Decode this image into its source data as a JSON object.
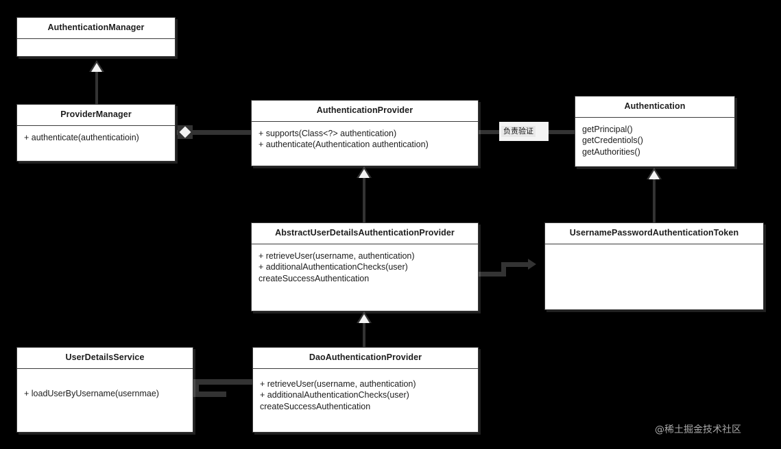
{
  "diagram": {
    "title": "Spring Security Authentication UML Class Diagram",
    "background_color": "#000000",
    "box_fill_color": "#ffffff",
    "box_border_color": "#3a3a3a",
    "connector_color": "#333333",
    "arrowhead_fill": "#f2f2f2"
  },
  "classes": {
    "authentication_manager": {
      "name": "AuthenticationManager",
      "members": []
    },
    "provider_manager": {
      "name": "ProviderManager",
      "members": [
        "+ authenticate(authenticatioin)"
      ]
    },
    "authentication_provider": {
      "name": "AuthenticationProvider",
      "members": [
        "+ supports(Class<?> authentication)",
        "+ authenticate(Authentication authentication)"
      ]
    },
    "authentication": {
      "name": "Authentication",
      "members": [
        "getPrincipal()",
        "getCredentiols()",
        "getAuthorities()"
      ]
    },
    "abstract_user_details_authentication_provider": {
      "name": "AbstractUserDetailsAuthenticationProvider",
      "members": [
        "+ retrieveUser(username, authentication)",
        "+ additionalAuthenticationChecks(user)",
        "createSuccessAuthentication"
      ]
    },
    "username_password_authentication_token": {
      "name": "UsernamePasswordAuthenticationToken",
      "members": []
    },
    "user_details_service": {
      "name": "UserDetailsService",
      "members": [
        "+ loadUserByUsername(usernmae)"
      ]
    },
    "dao_authentication_provider": {
      "name": "DaoAuthenticationProvider",
      "members": [
        "+ retrieveUser(username, authentication)",
        "+ additionalAuthenticationChecks(user)",
        "createSuccessAuthentication"
      ]
    }
  },
  "relationships": [
    {
      "id": "provider-manager-implements-authentication-manager",
      "from": "ProviderManager",
      "to": "AuthenticationManager",
      "type": "generalization",
      "label": ""
    },
    {
      "id": "provider-manager-aggregates-authentication-provider",
      "from": "ProviderManager",
      "to": "AuthenticationProvider",
      "type": "aggregation",
      "label": ""
    },
    {
      "id": "authentication-provider-verifies-authentication",
      "from": "AuthenticationProvider",
      "to": "Authentication",
      "type": "association",
      "label": "负责验证"
    },
    {
      "id": "abstract-provider-implements-authentication-provider",
      "from": "AbstractUserDetailsAuthenticationProvider",
      "to": "AuthenticationProvider",
      "type": "generalization",
      "label": ""
    },
    {
      "id": "token-implements-authentication",
      "from": "UsernamePasswordAuthenticationToken",
      "to": "Authentication",
      "type": "generalization",
      "label": ""
    },
    {
      "id": "abstract-provider-uses-token",
      "from": "AbstractUserDetailsAuthenticationProvider",
      "to": "UsernamePasswordAuthenticationToken",
      "type": "dependency",
      "label": ""
    },
    {
      "id": "dao-provider-implements-abstract-provider",
      "from": "DaoAuthenticationProvider",
      "to": "AbstractUserDetailsAuthenticationProvider",
      "type": "generalization",
      "label": ""
    },
    {
      "id": "dao-provider-uses-user-details-service",
      "from": "DaoAuthenticationProvider",
      "to": "UserDetailsService",
      "type": "dependency",
      "label": ""
    }
  ],
  "watermark": {
    "text": "@稀土掘金技术社区"
  }
}
